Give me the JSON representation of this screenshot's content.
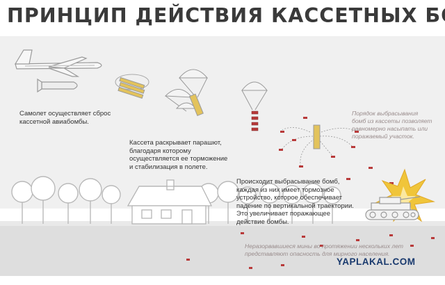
{
  "header": {
    "title": "ПРИНЦИП ДЕЙСТВИЯ КАССЕТНЫХ БОМБ"
  },
  "steps": [
    {
      "lines": [
        "Самолет осуществляет сброс",
        "кассетной авиабомбы."
      ]
    },
    {
      "lines": [
        "Кассета раскрывает парашют,",
        "благодаря которому",
        "осуществляется ее торможение",
        "и стабилизация в полете."
      ]
    },
    {
      "lines": [
        "Происходит выбрасывание бомб,",
        "каждая из них имеет тормозное",
        "устройство, которое обеспечивает",
        "падение по вертикальной траектории.",
        "Это увеличивает поражающее",
        "действие бомбы."
      ]
    }
  ],
  "notes": [
    {
      "lines": [
        "Порядок выбрасывания",
        "бомб из кассеты позволяет",
        "равномерно насыпать или",
        "поражаемый участок."
      ]
    },
    {
      "lines": [
        "Неразорвавшиеся мины во протяжении нескольких лет",
        "представляют опасность для мирного населения."
      ]
    }
  ],
  "watermark": {
    "text": "YAPLAKAL.COM"
  },
  "colors": {
    "accent": "#b83a3a",
    "bomb": "#e3c35c",
    "ground": "#dedede",
    "band": "#f0f0f0",
    "text": "#333333"
  }
}
